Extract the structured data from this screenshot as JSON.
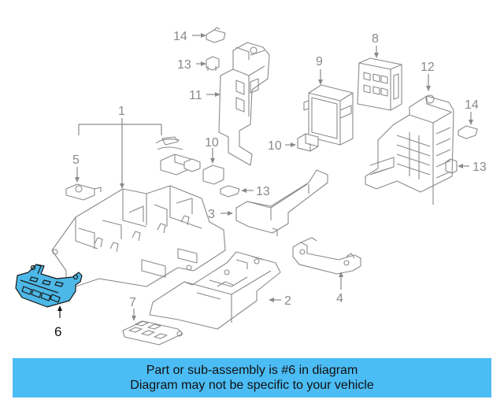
{
  "diagram": {
    "callouts": [
      "14",
      "13",
      "11",
      "8",
      "9",
      "12",
      "14",
      "1",
      "5",
      "10",
      "10",
      "13",
      "3",
      "13",
      "4",
      "6",
      "7",
      "2"
    ],
    "highlighted_part": "6"
  },
  "banner": {
    "line1": "Part or sub-assembly is #6 in diagram",
    "line2": "Diagram may not be specific to your vehicle"
  },
  "colors": {
    "banner_bg": "#4cbcf4",
    "highlight_fill": "#4cb8e8",
    "line_gray": "#8a8a8a"
  }
}
